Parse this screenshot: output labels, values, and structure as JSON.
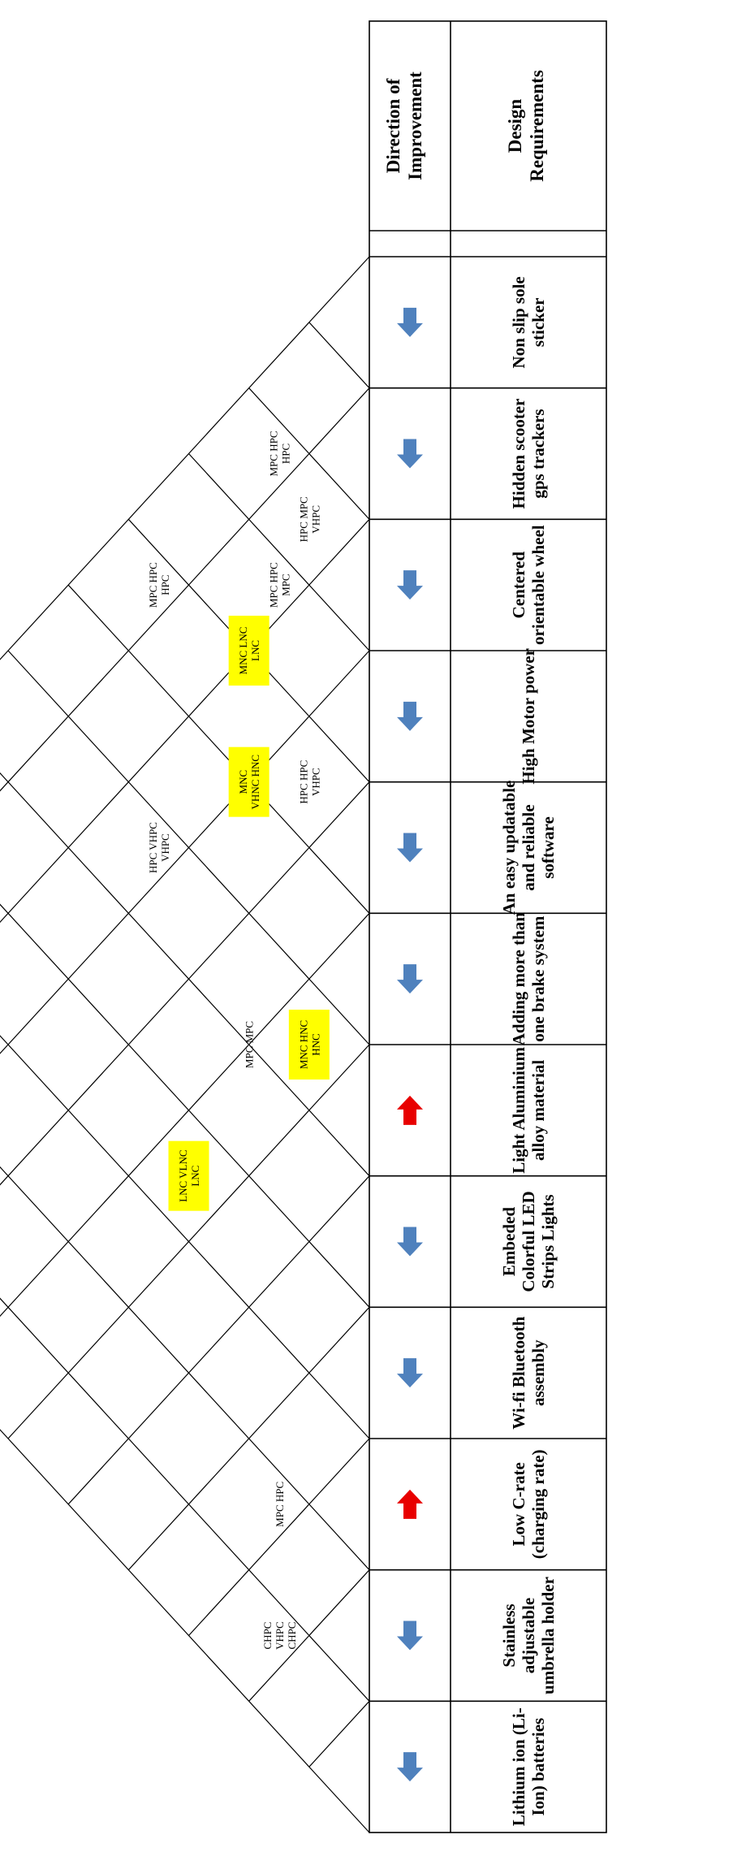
{
  "header": {
    "direction_label": [
      "Direction of",
      "Improvement"
    ],
    "requirements_label": [
      "Design",
      "Requirements"
    ]
  },
  "requirements": [
    {
      "lines": [
        "Lithium ion (Li-",
        "Ion) batteries"
      ],
      "arrow": "up"
    },
    {
      "lines": [
        "Stainless",
        "adjustable",
        "umbrella holder"
      ],
      "arrow": "up"
    },
    {
      "lines": [
        "Low C-rate",
        "(charging rate)"
      ],
      "arrow": "down"
    },
    {
      "lines": [
        "Wi-fi Bluetooth",
        "assembly"
      ],
      "arrow": "up"
    },
    {
      "lines": [
        "Embeded",
        "Colorful LED",
        "Strips Lights"
      ],
      "arrow": "up"
    },
    {
      "lines": [
        "Light Aluminium",
        "alloy material"
      ],
      "arrow": "down"
    },
    {
      "lines": [
        "Adding more than",
        "one brake system"
      ],
      "arrow": "up"
    },
    {
      "lines": [
        "An easy updatable",
        "and reliable",
        "software"
      ],
      "arrow": "up"
    },
    {
      "lines": [
        "High Motor power"
      ],
      "arrow": "up"
    },
    {
      "lines": [
        "Centered",
        "orientable wheel"
      ],
      "arrow": "up"
    },
    {
      "lines": [
        "Hidden scooter",
        "gps trackers"
      ],
      "arrow": "up"
    },
    {
      "lines": [
        "Non slip sole",
        "sticker"
      ],
      "arrow": "up"
    }
  ],
  "correlations": [
    {
      "i": 0,
      "j": 2,
      "lines": [
        "CHPC",
        "VHPC",
        "CHPC"
      ],
      "highlight": false
    },
    {
      "i": 1,
      "j": 3,
      "lines": [
        "MPC HPC"
      ],
      "highlight": false
    },
    {
      "i": 2,
      "j": 7,
      "lines": [
        "LNC VLNC",
        "LNC"
      ],
      "highlight": true
    },
    {
      "i": 4,
      "j": 10,
      "lines": [
        "HPC VHPC",
        "VHPC"
      ],
      "highlight": false
    },
    {
      "i": 4,
      "j": 7,
      "lines": [
        "MPC MPC"
      ],
      "highlight": false
    },
    {
      "i": 5,
      "j": 6,
      "lines": [
        "MNC HNC",
        "HNC"
      ],
      "highlight": true
    },
    {
      "i": 6,
      "j": 12,
      "lines": [
        "MPC HPC",
        "HPC"
      ],
      "highlight": false
    },
    {
      "i": 6,
      "j": 9,
      "lines": [
        "MNC",
        "VHNC HNC"
      ],
      "highlight": true
    },
    {
      "i": 7,
      "j": 10,
      "lines": [
        "MNC LNC",
        "LNC"
      ],
      "highlight": true
    },
    {
      "i": 7,
      "j": 8,
      "lines": [
        "HPC HPC",
        "VHPC"
      ],
      "highlight": false
    },
    {
      "i": 8,
      "j": 10,
      "lines": [
        "MPC HPC",
        "MPC"
      ],
      "highlight": false
    },
    {
      "i": 9,
      "j": 11,
      "lines": [
        "MPC HPC",
        "HPC"
      ],
      "highlight": false
    },
    {
      "i": 9,
      "j": 10,
      "lines": [
        "HPC MPC",
        "VHPC"
      ],
      "highlight": false
    }
  ],
  "colors": {
    "up_arrow": "#4f81bd",
    "down_arrow": "#e80000",
    "highlight": "#ffff00",
    "line": "#000000"
  }
}
